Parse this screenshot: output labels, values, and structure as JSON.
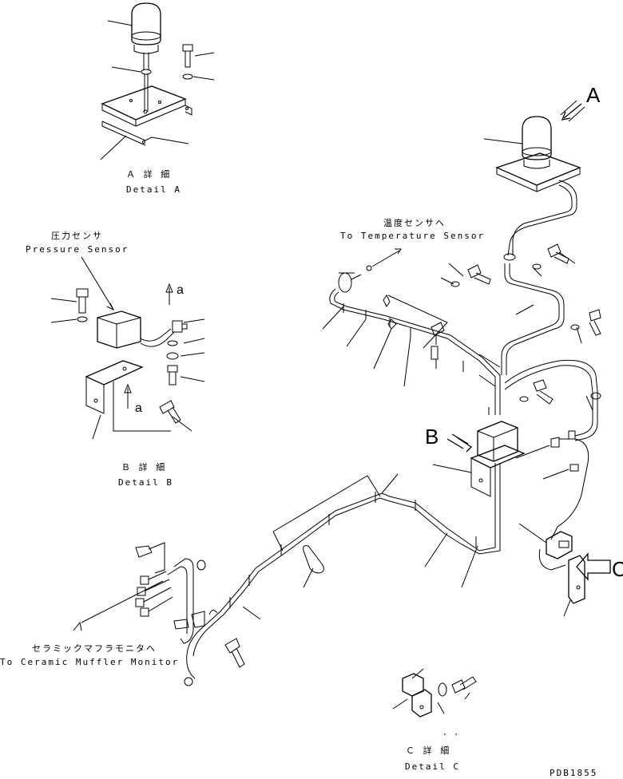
{
  "detail_a": {
    "jp": "Ａ 詳 細",
    "en": "Detail A",
    "marker": "A"
  },
  "detail_b": {
    "jp": "Ｂ 詳 細",
    "en": "Detail B",
    "marker": "B"
  },
  "detail_c": {
    "jp": "Ｃ 詳 細",
    "en": "Detail C",
    "marker": "C"
  },
  "pressure_sensor": {
    "jp": "圧力センサ",
    "en": "Pressure Sensor"
  },
  "temperature_sensor": {
    "jp": "温度センサへ",
    "en": "To Temperature Sensor"
  },
  "muffler_monitor": {
    "jp": "セラミックマフラモニタへ",
    "en": "To Ceramic Muffler Monitor"
  },
  "section_marker": "a",
  "drawing_number": "PDB1855"
}
